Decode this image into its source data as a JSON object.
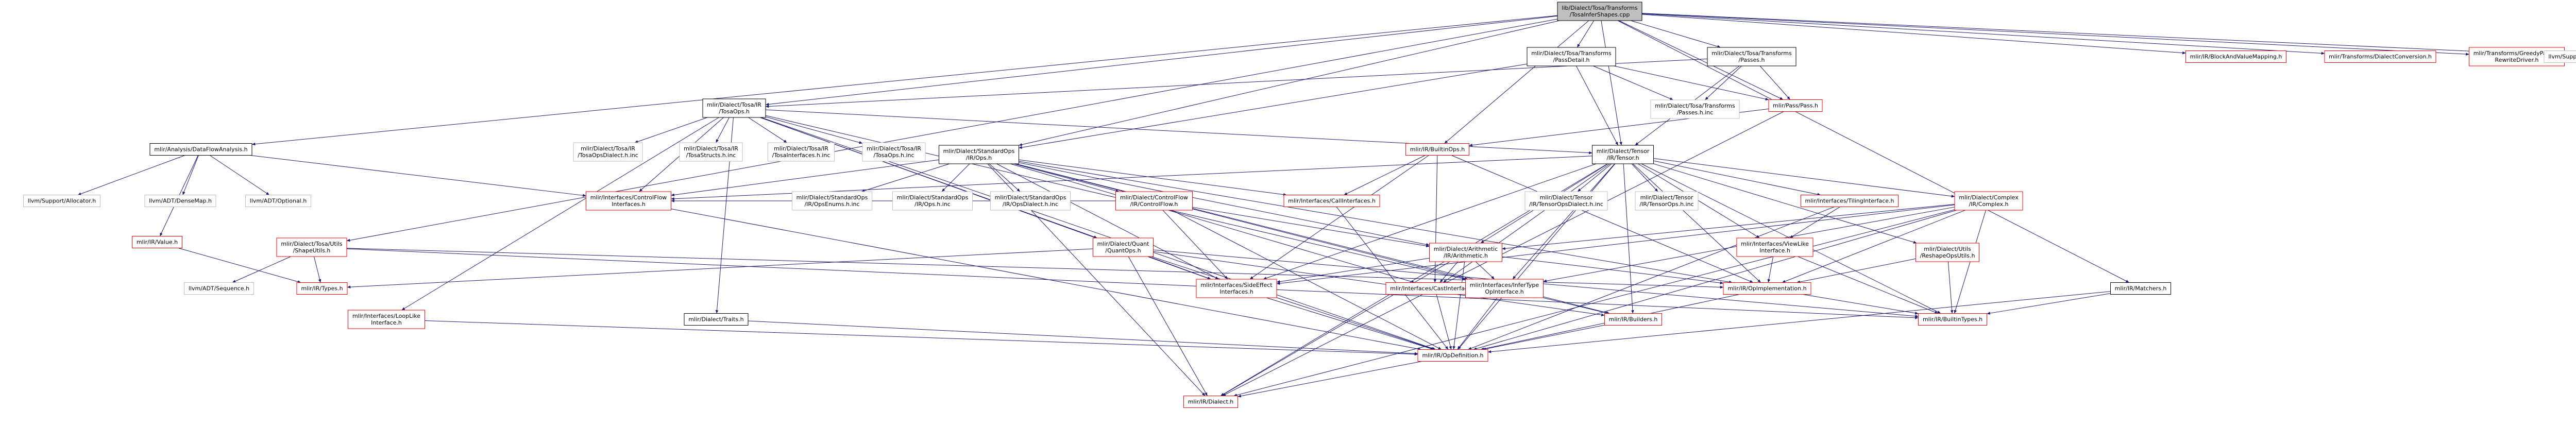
{
  "nodes": [
    {
      "id": "root",
      "lines": [
        "lib/Dialect/Tosa/Transforms",
        "/TosaInferShapes.cpp"
      ],
      "style": "root"
    },
    {
      "id": "tosa_passdetail",
      "lines": [
        "mlir/Dialect/Tosa/Transforms",
        "/PassDetail.h"
      ],
      "style": "black"
    },
    {
      "id": "tosa_passes",
      "lines": [
        "mlir/Dialect/Tosa/Transforms",
        "/Passes.h"
      ],
      "style": "black"
    },
    {
      "id": "tosa_passes_inc",
      "lines": [
        "mlir/Dialect/Tosa/Transforms",
        "/Passes.h.inc"
      ],
      "style": "gray"
    },
    {
      "id": "pass",
      "lines": [
        "mlir/Pass/Pass.h"
      ],
      "style": "red"
    },
    {
      "id": "tosaops",
      "lines": [
        "mlir/Dialect/Tosa/IR",
        "/TosaOps.h"
      ],
      "style": "black"
    },
    {
      "id": "tosa_dialect_inc",
      "lines": [
        "mlir/Dialect/Tosa/IR",
        "/TosaOpsDialect.h.inc"
      ],
      "style": "gray"
    },
    {
      "id": "tosa_structs_inc",
      "lines": [
        "mlir/Dialect/Tosa/IR",
        "/TosaStructs.h.inc"
      ],
      "style": "gray"
    },
    {
      "id": "tosa_interfaces_inc",
      "lines": [
        "mlir/Dialect/Tosa/IR",
        "/TosaInterfaces.h.inc"
      ],
      "style": "gray"
    },
    {
      "id": "tosa_ops_inc",
      "lines": [
        "mlir/Dialect/Tosa/IR",
        "/TosaOps.h.inc"
      ],
      "style": "gray"
    },
    {
      "id": "stdops",
      "lines": [
        "mlir/Dialect/StandardOps",
        "/IR/Ops.h"
      ],
      "style": "black"
    },
    {
      "id": "std_enums_inc",
      "lines": [
        "mlir/Dialect/StandardOps",
        "/IR/OpsEnums.h.inc"
      ],
      "style": "gray"
    },
    {
      "id": "std_ops_inc",
      "lines": [
        "mlir/Dialect/StandardOps",
        "/IR/Ops.h.inc"
      ],
      "style": "gray"
    },
    {
      "id": "std_dialect_inc",
      "lines": [
        "mlir/Dialect/StandardOps",
        "/IR/OpsDialect.h.inc"
      ],
      "style": "gray"
    },
    {
      "id": "builtinops",
      "lines": [
        "mlir/IR/BuiltinOps.h"
      ],
      "style": "red"
    },
    {
      "id": "tensor",
      "lines": [
        "mlir/Dialect/Tensor",
        "/IR/Tensor.h"
      ],
      "style": "black"
    },
    {
      "id": "tensor_dialect_inc",
      "lines": [
        "mlir/Dialect/Tensor",
        "/IR/TensorOpsDialect.h.inc"
      ],
      "style": "gray"
    },
    {
      "id": "tensor_ops_inc",
      "lines": [
        "mlir/Dialect/Tensor",
        "/IR/TensorOps.h.inc"
      ],
      "style": "gray"
    },
    {
      "id": "tiling",
      "lines": [
        "mlir/Interfaces/TilingInterface.h"
      ],
      "style": "red"
    },
    {
      "id": "complex",
      "lines": [
        "mlir/Dialect/Complex",
        "/IR/Complex.h"
      ],
      "style": "red"
    },
    {
      "id": "dataflow",
      "lines": [
        "mlir/Analysis/DataFlowAnalysis.h"
      ],
      "style": "black"
    },
    {
      "id": "allocator",
      "lines": [
        "llvm/Support/Allocator.h"
      ],
      "style": "gray"
    },
    {
      "id": "densemap",
      "lines": [
        "llvm/ADT/DenseMap.h"
      ],
      "style": "gray"
    },
    {
      "id": "optional",
      "lines": [
        "llvm/ADT/Optional.h"
      ],
      "style": "gray"
    },
    {
      "id": "value",
      "lines": [
        "mlir/IR/Value.h"
      ],
      "style": "red"
    },
    {
      "id": "controlflow_iface",
      "lines": [
        "mlir/Interfaces/ControlFlow",
        "Interfaces.h"
      ],
      "style": "red"
    },
    {
      "id": "cf_ops",
      "lines": [
        "mlir/Dialect/ControlFlow",
        "/IR/ControlFlow.h"
      ],
      "style": "red"
    },
    {
      "id": "call_iface",
      "lines": [
        "mlir/Interfaces/CallInterfaces.h"
      ],
      "style": "red"
    },
    {
      "id": "tosa_shape",
      "lines": [
        "mlir/Dialect/Tosa/Utils",
        "/ShapeUtils.h"
      ],
      "style": "red"
    },
    {
      "id": "sequence",
      "lines": [
        "llvm/ADT/Sequence.h"
      ],
      "style": "gray"
    },
    {
      "id": "types",
      "lines": [
        "mlir/IR/Types.h"
      ],
      "style": "red"
    },
    {
      "id": "quant",
      "lines": [
        "mlir/Dialect/Quant",
        "/QuantOps.h"
      ],
      "style": "red"
    },
    {
      "id": "arith",
      "lines": [
        "mlir/Dialect/Arithmetic",
        "/IR/Arithmetic.h"
      ],
      "style": "red"
    },
    {
      "id": "sideeffect",
      "lines": [
        "mlir/Interfaces/SideEffect",
        "Interfaces.h"
      ],
      "style": "red"
    },
    {
      "id": "cast_iface",
      "lines": [
        "mlir/Interfaces/CastInterfaces.h"
      ],
      "style": "red"
    },
    {
      "id": "infertype",
      "lines": [
        "mlir/Interfaces/InferType",
        "OpInterface.h"
      ],
      "style": "red"
    },
    {
      "id": "viewlike",
      "lines": [
        "mlir/Interfaces/ViewLike",
        "Interface.h"
      ],
      "style": "red"
    },
    {
      "id": "opimpl",
      "lines": [
        "mlir/IR/OpImplementation.h"
      ],
      "style": "red"
    },
    {
      "id": "reshape",
      "lines": [
        "mlir/Dialect/Utils",
        "/ReshapeOpsUtils.h"
      ],
      "style": "red"
    },
    {
      "id": "builders",
      "lines": [
        "mlir/IR/Builders.h"
      ],
      "style": "red"
    },
    {
      "id": "builtintypes",
      "lines": [
        "mlir/IR/BuiltinTypes.h"
      ],
      "style": "red"
    },
    {
      "id": "matchers",
      "lines": [
        "mlir/IR/Matchers.h"
      ],
      "style": "black"
    },
    {
      "id": "loop_iface",
      "lines": [
        "mlir/Interfaces/LoopLike",
        "Interface.h"
      ],
      "style": "red"
    },
    {
      "id": "traits",
      "lines": [
        "mlir/Dialect/Traits.h"
      ],
      "style": "black"
    },
    {
      "id": "opdef",
      "lines": [
        "mlir/IR/OpDefinition.h"
      ],
      "style": "red"
    },
    {
      "id": "dialect",
      "lines": [
        "mlir/IR/Dialect.h"
      ],
      "style": "red"
    },
    {
      "id": "blockmapping",
      "lines": [
        "mlir/IR/BlockAndValueMapping.h"
      ],
      "style": "red"
    },
    {
      "id": "dialectconv",
      "lines": [
        "mlir/Transforms/DialectConversion.h"
      ],
      "style": "red"
    },
    {
      "id": "greedy",
      "lines": [
        "mlir/Transforms/GreedyPattern",
        "RewriteDriver.h"
      ],
      "style": "red"
    },
    {
      "id": "formatvariadic",
      "lines": [
        "llvm/Support/FormatVariadic.h"
      ],
      "style": "gray"
    }
  ],
  "edges": [
    [
      "root",
      "tosa_passdetail"
    ],
    [
      "root",
      "tosa_passes"
    ],
    [
      "root",
      "pass"
    ],
    [
      "root",
      "tosaops"
    ],
    [
      "root",
      "stdops"
    ],
    [
      "root",
      "builtinops"
    ],
    [
      "root",
      "tensor"
    ],
    [
      "root",
      "dataflow"
    ],
    [
      "root",
      "tosa_shape"
    ],
    [
      "root",
      "matchers"
    ],
    [
      "root",
      "blockmapping"
    ],
    [
      "root",
      "dialectconv"
    ],
    [
      "root",
      "greedy"
    ],
    [
      "root",
      "formatvariadic"
    ],
    [
      "tosa_passdetail",
      "pass"
    ],
    [
      "tosa_passdetail",
      "tosa_passes_inc"
    ],
    [
      "tosa_passdetail",
      "tensor"
    ],
    [
      "tosa_passdetail",
      "stdops"
    ],
    [
      "tosa_passes",
      "tosa_passes_inc"
    ],
    [
      "tosa_passes",
      "pass"
    ],
    [
      "tosa_passes",
      "tensor"
    ],
    [
      "tosa_passes",
      "tosaops"
    ],
    [
      "pass",
      "builtinops"
    ],
    [
      "pass",
      "dialect"
    ],
    [
      "tosaops",
      "tosa_dialect_inc"
    ],
    [
      "tosaops",
      "tosa_structs_inc"
    ],
    [
      "tosaops",
      "tosa_interfaces_inc"
    ],
    [
      "tosaops",
      "tosa_ops_inc"
    ],
    [
      "tosaops",
      "traits"
    ],
    [
      "tosaops",
      "loop_iface"
    ],
    [
      "tosaops",
      "quant"
    ],
    [
      "tosaops",
      "infertype"
    ],
    [
      "tosaops",
      "opdef"
    ],
    [
      "tosaops",
      "sideeffect"
    ],
    [
      "tosaops",
      "controlflow_iface"
    ],
    [
      "tosaops",
      "tensor"
    ],
    [
      "stdops",
      "std_enums_inc"
    ],
    [
      "stdops",
      "std_ops_inc"
    ],
    [
      "stdops",
      "std_dialect_inc"
    ],
    [
      "stdops",
      "cf_ops"
    ],
    [
      "stdops",
      "arith"
    ],
    [
      "stdops",
      "call_iface"
    ],
    [
      "stdops",
      "cast_iface"
    ],
    [
      "stdops",
      "controlflow_iface"
    ],
    [
      "stdops",
      "sideeffect"
    ],
    [
      "stdops",
      "infertype"
    ],
    [
      "stdops",
      "opimpl"
    ],
    [
      "stdops",
      "builders"
    ],
    [
      "stdops",
      "dialect"
    ],
    [
      "builtinops",
      "call_iface"
    ],
    [
      "builtinops",
      "cast_iface"
    ],
    [
      "builtinops",
      "sideeffect"
    ],
    [
      "builtinops",
      "opimpl"
    ],
    [
      "tensor",
      "tensor_dialect_inc"
    ],
    [
      "tensor",
      "tensor_ops_inc"
    ],
    [
      "tensor",
      "tiling"
    ],
    [
      "tensor",
      "complex"
    ],
    [
      "tensor",
      "arith"
    ],
    [
      "tensor",
      "viewlike"
    ],
    [
      "tensor",
      "reshape"
    ],
    [
      "tensor",
      "cast_iface"
    ],
    [
      "tensor",
      "controlflow_iface"
    ],
    [
      "tensor",
      "sideeffect"
    ],
    [
      "tensor",
      "infertype"
    ],
    [
      "tensor",
      "opimpl"
    ],
    [
      "tensor",
      "builtintypes"
    ],
    [
      "tensor",
      "builders"
    ],
    [
      "tensor",
      "opdef"
    ],
    [
      "tensor",
      "dialect"
    ],
    [
      "tiling",
      "viewlike"
    ],
    [
      "tiling",
      "opdef"
    ],
    [
      "complex",
      "arith"
    ],
    [
      "complex",
      "infertype"
    ],
    [
      "complex",
      "sideeffect"
    ],
    [
      "complex",
      "opimpl"
    ],
    [
      "complex",
      "builtintypes"
    ],
    [
      "complex",
      "opdef"
    ],
    [
      "complex",
      "dialect"
    ],
    [
      "dataflow",
      "allocator"
    ],
    [
      "dataflow",
      "densemap"
    ],
    [
      "dataflow",
      "optional"
    ],
    [
      "dataflow",
      "value"
    ],
    [
      "dataflow",
      "controlflow_iface"
    ],
    [
      "value",
      "types"
    ],
    [
      "controlflow_iface",
      "opdef"
    ],
    [
      "cf_ops",
      "arith"
    ],
    [
      "cf_ops",
      "controlflow_iface"
    ],
    [
      "cf_ops",
      "sideeffect"
    ],
    [
      "cf_ops",
      "opdef"
    ],
    [
      "call_iface",
      "opdef"
    ],
    [
      "tosa_shape",
      "sequence"
    ],
    [
      "tosa_shape",
      "types"
    ],
    [
      "tosa_shape",
      "builtintypes"
    ],
    [
      "tosa_shape",
      "opimpl"
    ],
    [
      "quant",
      "types"
    ],
    [
      "quant",
      "sideeffect"
    ],
    [
      "quant",
      "builtintypes"
    ],
    [
      "quant",
      "opdef"
    ],
    [
      "quant",
      "builders"
    ],
    [
      "quant",
      "dialect"
    ],
    [
      "arith",
      "sideeffect"
    ],
    [
      "arith",
      "cast_iface"
    ],
    [
      "arith",
      "infertype"
    ],
    [
      "arith",
      "opimpl"
    ],
    [
      "arith",
      "opdef"
    ],
    [
      "arith",
      "dialect"
    ],
    [
      "sideeffect",
      "opdef"
    ],
    [
      "cast_iface",
      "opdef"
    ],
    [
      "infertype",
      "builders"
    ],
    [
      "infertype",
      "opdef"
    ],
    [
      "viewlike",
      "opimpl"
    ],
    [
      "viewlike",
      "builtintypes"
    ],
    [
      "opimpl",
      "opdef"
    ],
    [
      "opimpl",
      "builtintypes"
    ],
    [
      "reshape",
      "opimpl"
    ],
    [
      "reshape",
      "builtintypes"
    ],
    [
      "builders",
      "opdef"
    ],
    [
      "matchers",
      "builtintypes"
    ],
    [
      "matchers",
      "opdef"
    ],
    [
      "loop_iface",
      "opdef"
    ],
    [
      "traits",
      "opdef"
    ],
    [
      "opdef",
      "dialect"
    ]
  ],
  "colors": {
    "red": "#ff0000",
    "black": "#000000",
    "gray": "#bfbfbf",
    "root_fill": "#bfbfbf",
    "edge": "#191970"
  }
}
